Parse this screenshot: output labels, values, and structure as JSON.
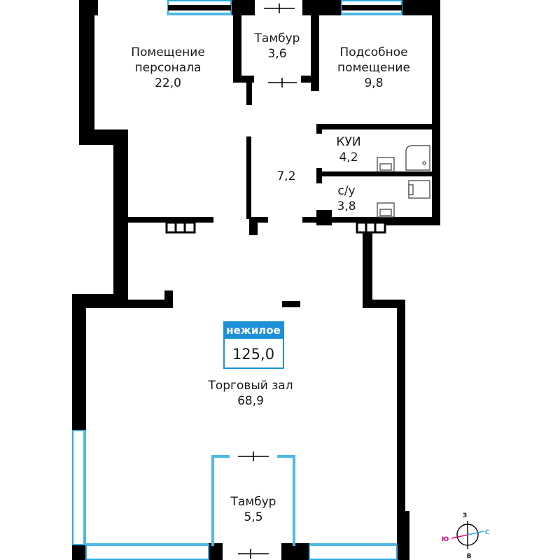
{
  "rooms": {
    "staff": {
      "name_line1": "Помещение",
      "name_line2": "персонала",
      "area": "22,0"
    },
    "vestibule_top": {
      "name": "Тамбур",
      "area": "3,6"
    },
    "auxiliary": {
      "name_line1": "Подсобное",
      "name_line2": "помещение",
      "area": "9,8"
    },
    "cleaning": {
      "name": "КУИ",
      "area": "4,2"
    },
    "corridor": {
      "area": "7,2"
    },
    "wc": {
      "name": "с/у",
      "area": "3,8"
    },
    "sales_hall": {
      "name": "Торговый зал",
      "area": "68,9"
    },
    "vestibule_bottom": {
      "name": "Тамбур",
      "area": "5,5"
    }
  },
  "badge": {
    "label": "нежилое",
    "total_area": "125,0"
  },
  "compass": {
    "north": "З",
    "south": "В",
    "east": "С",
    "west": "Ю"
  },
  "colors": {
    "wall": "#000000",
    "window": "#29abe2",
    "badge": "#1e90d8",
    "compass_south": "#e6007e",
    "compass_north": "#29abe2"
  }
}
